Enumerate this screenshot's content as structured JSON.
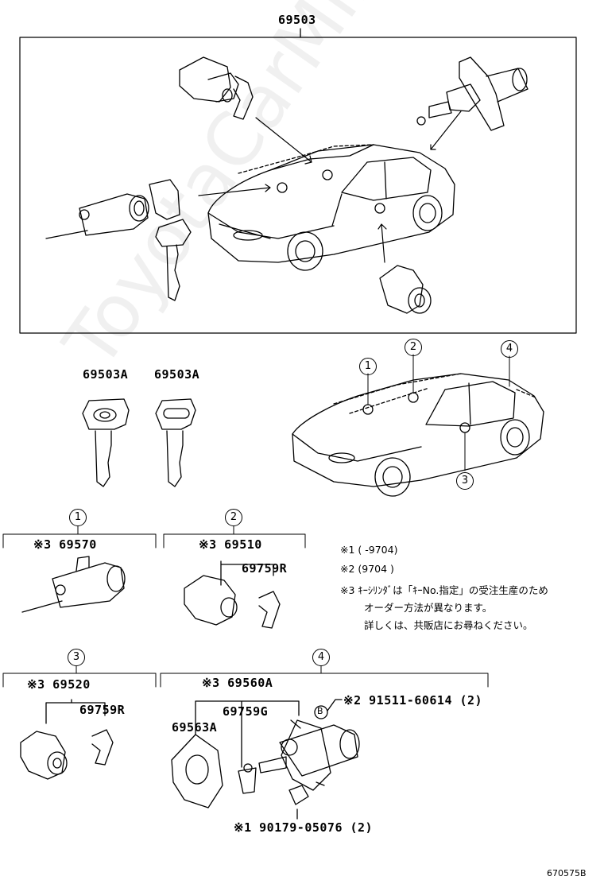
{
  "assembly_number": "69503",
  "key_labels": [
    "69503A",
    "69503A"
  ],
  "locations": [
    "1",
    "2",
    "3",
    "4"
  ],
  "groups": [
    {
      "num": "1",
      "main": "※3 69570"
    },
    {
      "num": "2",
      "main": "※3 69510",
      "sub": "69759R"
    },
    {
      "num": "3",
      "main": "※3 69520",
      "sub": "69759R"
    },
    {
      "num": "4",
      "main": "※3 69560A",
      "sub1": "69759G",
      "sub2": "69563A",
      "bolt": "※2 91511-60614 (2)",
      "bolt_marker": "B",
      "nut": "※1 90179-05076 (2)"
    }
  ],
  "notes": [
    "※1 (        -9704)",
    "※2 (9704        )",
    "※3 ｷｰｼﾘﾝﾀﾞは「ｷｰNo.指定」の受注生産のため",
    "オーダー方法が異なります。",
    "詳しくは、共販店にお尋ねください。"
  ],
  "figure_code": "670575B",
  "watermark": "ToyotaCarMine.ru"
}
